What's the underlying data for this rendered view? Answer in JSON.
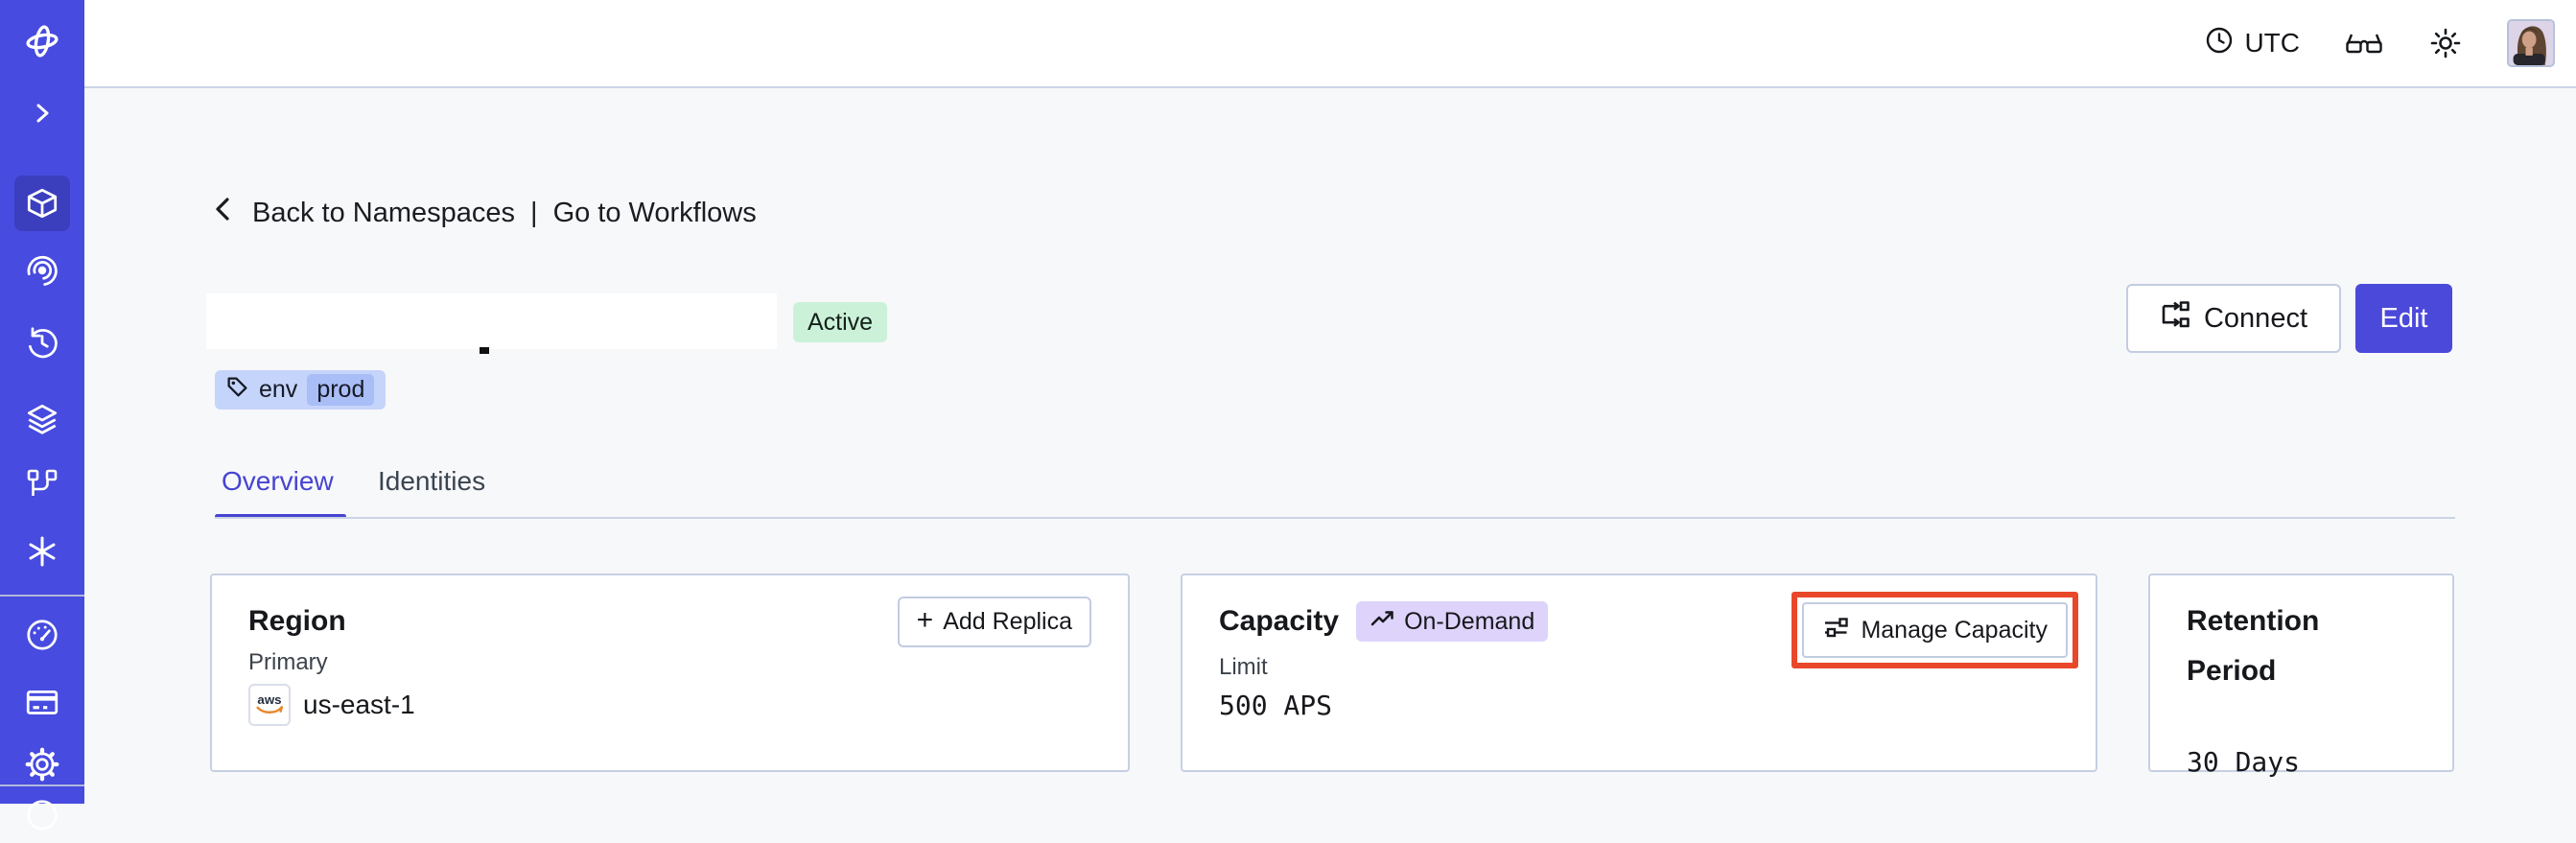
{
  "header": {
    "timezone": "UTC"
  },
  "breadcrumb": {
    "back": "Back to Namespaces",
    "divider": "|",
    "go": "Go to Workflows"
  },
  "namespace": {
    "status": "Active",
    "tag_key": "env",
    "tag_value": "prod"
  },
  "actions": {
    "connect": "Connect",
    "edit": "Edit"
  },
  "tabs": [
    {
      "label": "Overview",
      "active": true
    },
    {
      "label": "Identities",
      "active": false
    }
  ],
  "cards": {
    "region": {
      "title": "Region",
      "plus": "+",
      "add_replica": "Add Replica",
      "label": "Primary",
      "provider": "aws",
      "value": "us-east-1"
    },
    "capacity": {
      "title": "Capacity",
      "badge": "On-Demand",
      "manage": "Manage Capacity",
      "label": "Limit",
      "value": "500 APS"
    },
    "retention": {
      "title": "Retention Period",
      "value": "30 Days"
    }
  },
  "icons": {
    "sidebar": [
      "temporal-logo",
      "expand-chevron",
      "namespaces-cube",
      "archival-eye",
      "schedules-clock",
      "stack-layers",
      "deployments-pipeline",
      "nexus-asterisk",
      "usage-gauge",
      "billing-card",
      "settings-gear",
      "help-circle"
    ],
    "header": [
      "clock-icon",
      "glasses-icon",
      "light-mode-sun-icon",
      "user-avatar"
    ]
  },
  "colors": {
    "sidebar": "#474bdf",
    "sidebar_active": "#3b3fbe",
    "accent": "#4b49da",
    "status_active_bg": "#cbf2d8",
    "tag_bg": "#c5d4fa",
    "tag_chip_bg": "#a9bdf7",
    "ondemand_bg": "#ddd3fb",
    "highlight_outline": "#e8472a",
    "content_bg": "#f7f8fa"
  }
}
